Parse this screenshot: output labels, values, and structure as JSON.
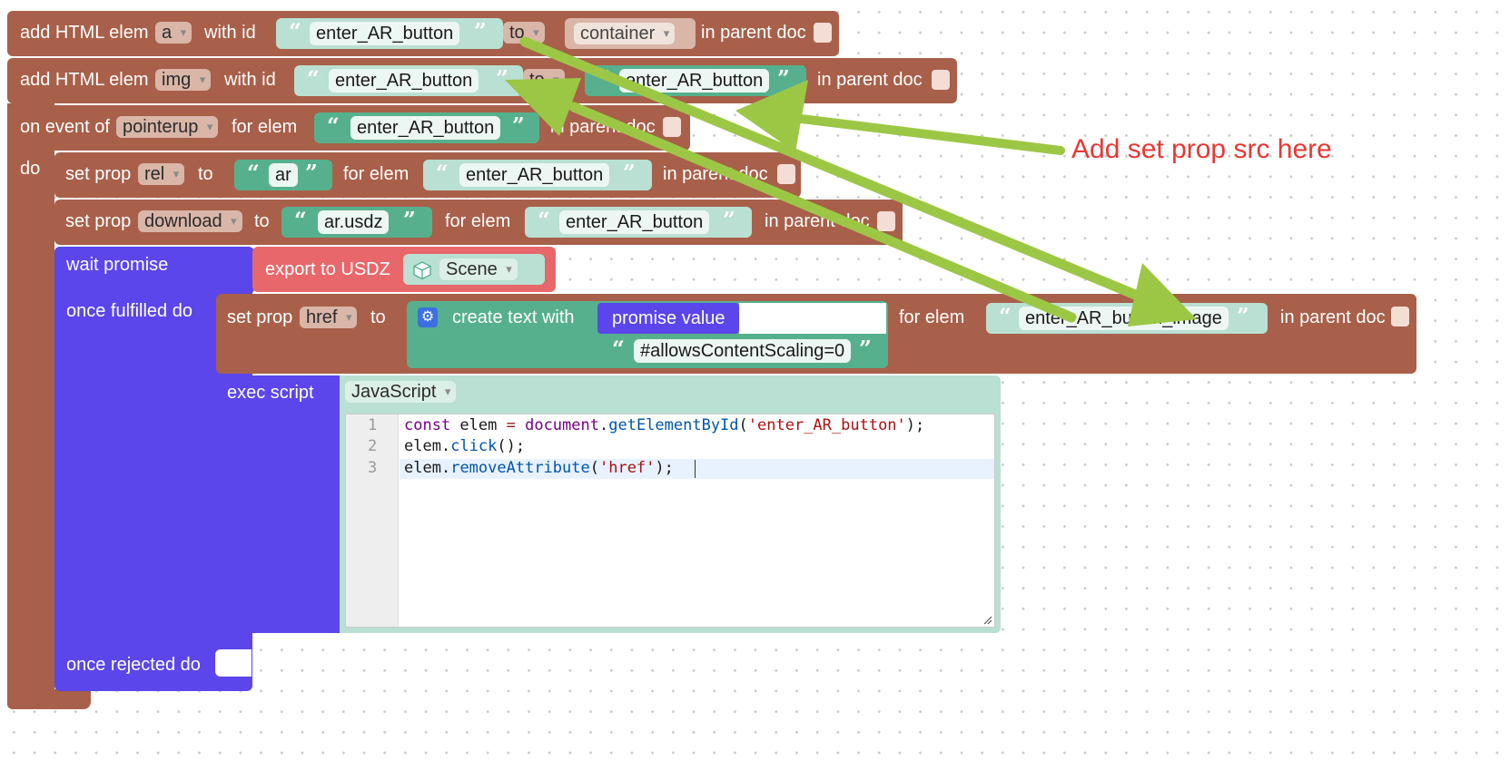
{
  "row1": {
    "prefix": "add HTML elem",
    "elem": "a",
    "with_id": "with id",
    "id_value": "enter_AR_button",
    "to_dd": "to",
    "container": "container",
    "suffix": "in parent doc"
  },
  "row2": {
    "prefix": "add HTML elem",
    "elem": "img",
    "with_id": "with id",
    "id_value": "enter_AR_button",
    "to_dd": "to",
    "parent_value": "enter_AR_button",
    "suffix": "in parent doc"
  },
  "event": {
    "prefix": "on event of",
    "event": "pointerup",
    "for_elem": "for elem",
    "elem_value": "enter_AR_button",
    "suffix": "in parent doc",
    "do": "do"
  },
  "set_rel": {
    "prefix": "set prop",
    "prop": "rel",
    "to": "to",
    "value": "ar",
    "for_elem": "for elem",
    "elem_value": "enter_AR_button",
    "suffix": "in parent doc"
  },
  "set_download": {
    "prefix": "set prop",
    "prop": "download",
    "to": "to",
    "value": "ar.usdz",
    "for_elem": "for elem",
    "elem_value": "enter_AR_button",
    "suffix": "in parent doc"
  },
  "wait": {
    "label": "wait promise",
    "export": "export to USDZ",
    "scene": "Scene",
    "fulfilled": "once fulfilled do",
    "rejected": "once rejected do"
  },
  "set_href": {
    "prefix": "set prop",
    "prop": "href",
    "to": "to",
    "create_text": "create text with",
    "promise_value": "promise value",
    "suffix_text": "#allowsContentScaling=0",
    "for_elem": "for elem",
    "elem_value": "enter_AR_button_image",
    "suffix": "in parent doc"
  },
  "exec": {
    "label": "exec script",
    "lang": "JavaScript",
    "line_numbers": [
      "1",
      "2",
      "3"
    ],
    "line1": {
      "kw": "const",
      "var": " elem ",
      "op": "=",
      "obj": " document",
      "dot": ".",
      "fn": "getElementById",
      "open": "(",
      "str": "'enter_AR_button'",
      "close": ");"
    },
    "line2": {
      "obj": "elem",
      "dot": ".",
      "fn": "click",
      "rest": "();"
    },
    "line3": {
      "obj": "elem",
      "dot": ".",
      "fn": "removeAttribute",
      "open": "(",
      "str": "'href'",
      "close": ");"
    }
  },
  "annotation": {
    "text": "Add set prop src here"
  },
  "colors": {
    "brown": "#a8604a",
    "purple": "#5a46ea",
    "red": "#e8676a",
    "teal": "#56b08e",
    "teal_light": "#b9e0d2",
    "arrow": "#9cc745",
    "annotation": "#e53935"
  }
}
